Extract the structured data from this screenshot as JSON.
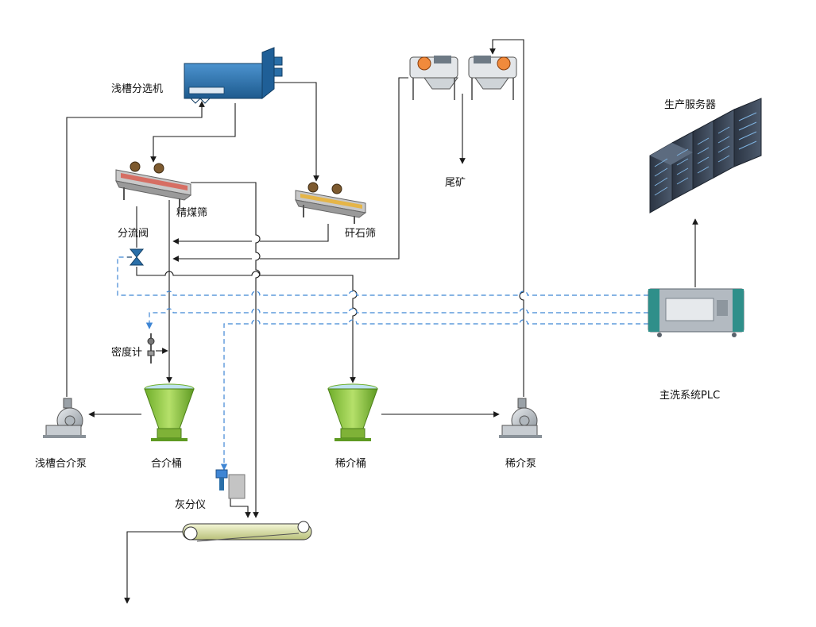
{
  "labels": {
    "shallow_trough_separator": "浅槽分选机",
    "clean_coal_screen": "精煤筛",
    "gangue_screen": "矸石筛",
    "diverter_valve": "分流阀",
    "tailings": "尾矿",
    "production_server": "生产服务器",
    "density_meter": "密度计",
    "main_wash_plc": "主洗系统PLC",
    "trough_medium_pump": "浅槽合介泵",
    "combined_medium_tank": "合介桶",
    "dilute_medium_tank": "稀介桶",
    "dilute_medium_pump": "稀介泵",
    "ash_analyzer": "灰分仪"
  },
  "colors": {
    "process_line": "#1a1a1a",
    "signal_line": "#3f86d4",
    "tank_green": "#8cc63f",
    "tank_rim": "#bfe3ef",
    "separator_blue": "#2a6fa8",
    "server_dark": "#3b4656",
    "plc_gray": "#9aa3ad",
    "plc_teal": "#2f8f8a"
  },
  "icons": {
    "separator": "shallow-trough-separator-icon",
    "screen": "vibrating-screen-icon",
    "magnetic_separator": "magnetic-separator-icon",
    "valve": "butterfly-valve-icon",
    "pump": "centrifugal-pump-icon",
    "tank": "conical-tank-icon",
    "server": "server-rack-icon",
    "plc": "plc-controller-icon",
    "densimeter": "density-meter-icon",
    "ash_meter": "ash-analyzer-icon",
    "belt": "belt-conveyor-icon"
  }
}
